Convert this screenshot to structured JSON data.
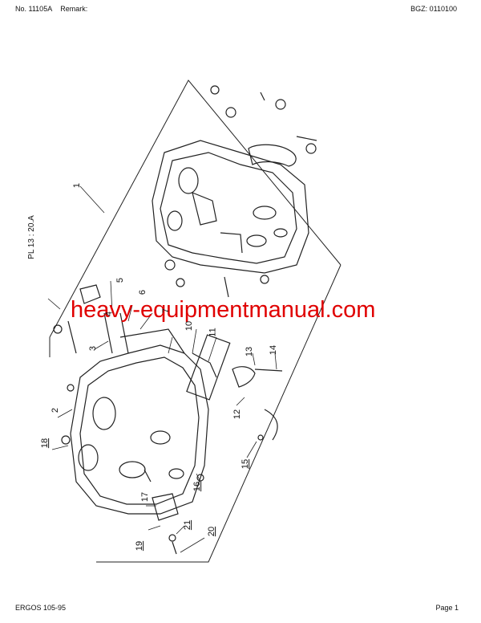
{
  "header": {
    "doc_no": "No. 11105A",
    "remark": "Remark:",
    "bgz": "BGZ: 0110100"
  },
  "footer": {
    "model": "ERGOS 105-95",
    "page": "Page 1"
  },
  "drawing": {
    "scale_label": "PL  13 : 20.A",
    "watermark": "heavy-equipmentmanual.com",
    "callouts": [
      {
        "id": "c1",
        "text": "1"
      },
      {
        "id": "c2",
        "text": "2"
      },
      {
        "id": "c3",
        "text": "3"
      },
      {
        "id": "c4",
        "text": "4"
      },
      {
        "id": "c5",
        "text": "5"
      },
      {
        "id": "c6",
        "text": "6"
      },
      {
        "id": "c7",
        "text": "7"
      },
      {
        "id": "c10",
        "text": "10"
      },
      {
        "id": "c11",
        "text": "11"
      },
      {
        "id": "c12",
        "text": "12"
      },
      {
        "id": "c13",
        "text": "13"
      },
      {
        "id": "c14",
        "text": "14"
      },
      {
        "id": "c15",
        "text": "15"
      },
      {
        "id": "c16",
        "text": "16"
      },
      {
        "id": "c17",
        "text": "17"
      },
      {
        "id": "c18",
        "text": "18"
      },
      {
        "id": "c19",
        "text": "19"
      },
      {
        "id": "c20",
        "text": "20"
      },
      {
        "id": "c21",
        "text": "21"
      }
    ]
  }
}
